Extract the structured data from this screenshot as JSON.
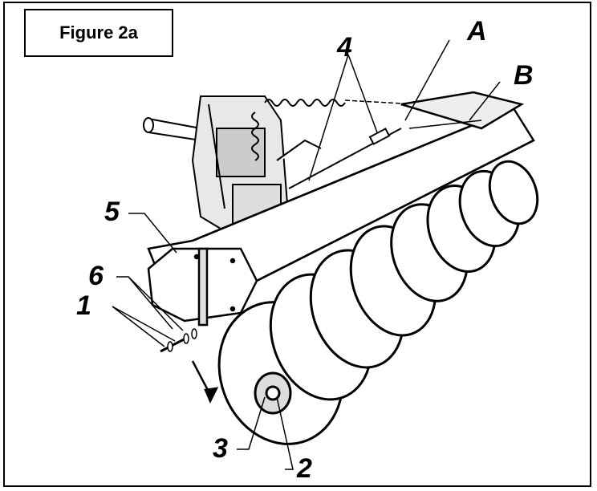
{
  "figure": {
    "title": "Figure 2a"
  },
  "callouts": {
    "one": "1",
    "two": "2",
    "three": "3",
    "four": "4",
    "five": "5",
    "six": "6",
    "a": "A",
    "b": "B"
  }
}
